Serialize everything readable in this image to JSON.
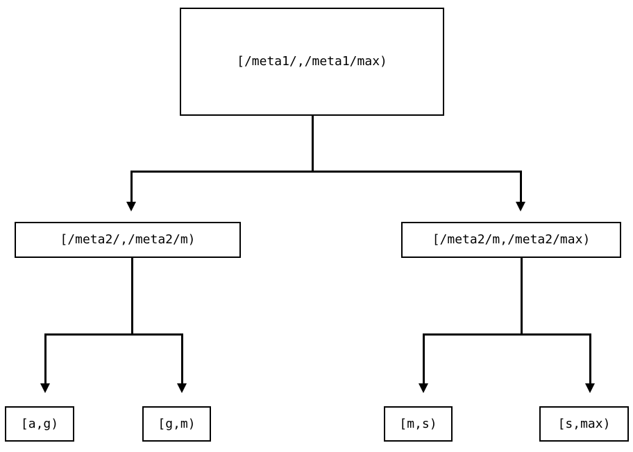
{
  "diagram": {
    "type": "tree",
    "title": "",
    "background_color": "#ffffff",
    "line_color": "#000000",
    "text_color": "#000000",
    "nodes": {
      "root": {
        "label": "[/meta1/,/meta1/max)",
        "level": 0
      },
      "mid_left": {
        "label": "[/meta2/,/meta2/m)",
        "level": 1
      },
      "mid_right": {
        "label": "[/meta2/m,/meta2/max)",
        "level": 1
      },
      "leaf_ag": {
        "label": "[a,g)",
        "level": 2
      },
      "leaf_gm": {
        "label": "[g,m)",
        "level": 2
      },
      "leaf_ms": {
        "label": "[m,s)",
        "level": 2
      },
      "leaf_smax": {
        "label": "[s,max)",
        "level": 2
      }
    },
    "edges": [
      {
        "from": "root",
        "to": "mid_left",
        "arrow": "down"
      },
      {
        "from": "root",
        "to": "mid_right",
        "arrow": "down"
      },
      {
        "from": "mid_left",
        "to": "leaf_ag",
        "arrow": "down"
      },
      {
        "from": "mid_left",
        "to": "leaf_gm",
        "arrow": "down"
      },
      {
        "from": "mid_right",
        "to": "leaf_ms",
        "arrow": "down"
      },
      {
        "from": "mid_right",
        "to": "leaf_smax",
        "arrow": "down"
      }
    ]
  }
}
